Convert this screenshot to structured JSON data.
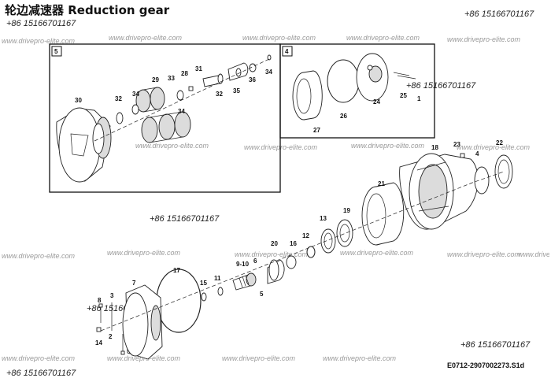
{
  "title": "轮边减速器  Reduction gear",
  "phone": "+86 15166701167",
  "watermark": "www.drivepro-elite.com",
  "drawing_code": "E0712-2907002273.S1d",
  "box_labels": [
    "5",
    "4"
  ],
  "part_labels": [
    "30",
    "32",
    "34",
    "29",
    "33",
    "31",
    "34",
    "32",
    "35",
    "36",
    "34",
    "28",
    "27",
    "26",
    "24",
    "25",
    "1",
    "18",
    "23",
    "22",
    "4",
    "21",
    "19",
    "13",
    "12",
    "16",
    "20",
    "6",
    "9-10",
    "11",
    "15",
    "17",
    "5",
    "7",
    "8",
    "3",
    "2",
    "14"
  ]
}
